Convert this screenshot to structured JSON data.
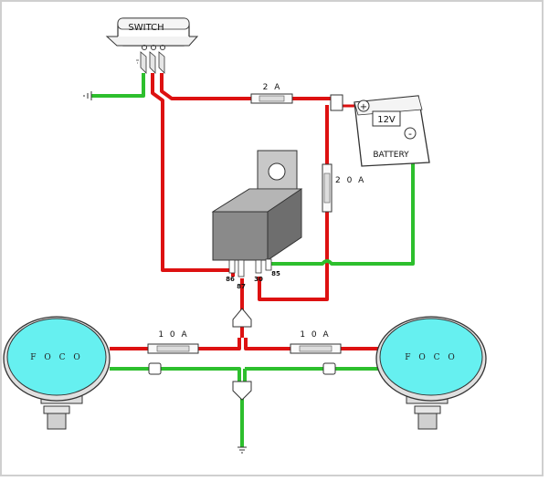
{
  "switch": {
    "label": "SWITCH"
  },
  "battery": {
    "label": "BATTERY",
    "voltage": "12V",
    "positive_symbol": "+",
    "negative_symbol": "-"
  },
  "fuses": {
    "main": "2 A",
    "relay": "2 0 A",
    "lamp_left": "1 0 A",
    "lamp_right": "1 0 A"
  },
  "relay": {
    "terminals": [
      "86",
      "87",
      "30",
      "85"
    ]
  },
  "lamps": {
    "left": "F O C O",
    "right": "F O C O"
  },
  "colors": {
    "positive_wire": "#dd1111",
    "ground_wire": "#2dbf2d",
    "lamp_lens": "#66f0f0",
    "relay_body": "#8c8c8c"
  }
}
